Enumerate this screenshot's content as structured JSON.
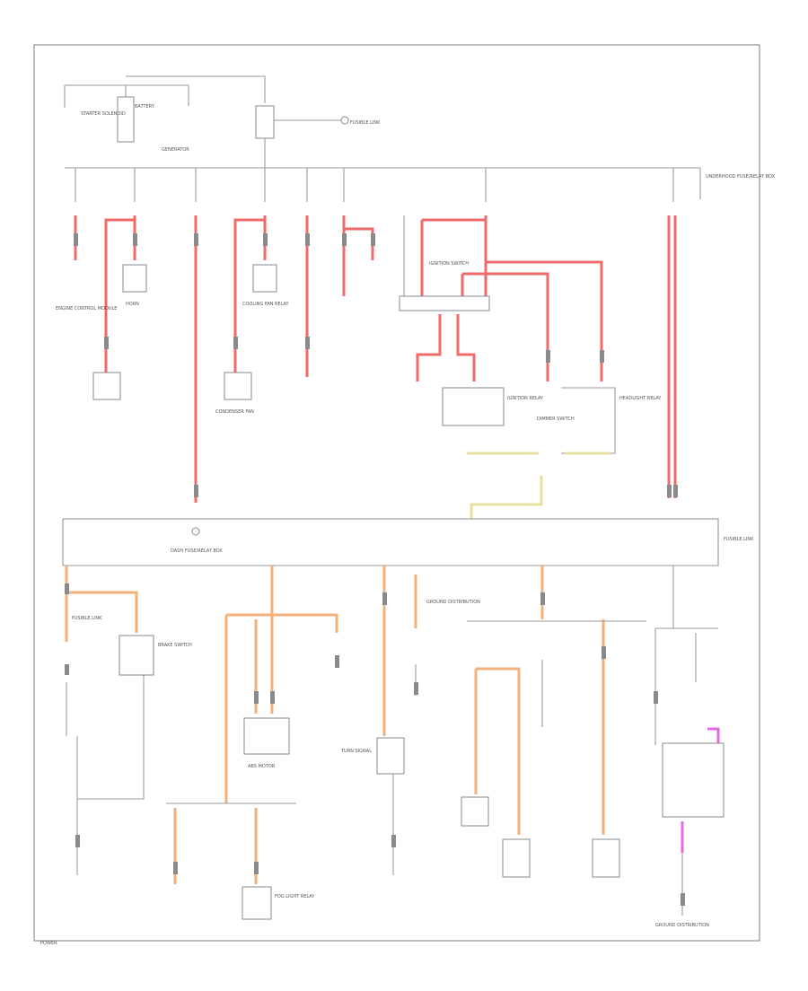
{
  "diagram": {
    "title": "",
    "labels": {
      "battery": "BATTERY",
      "starter_solenoid": "STARTER SOLENOID",
      "generator": "GENERATOR",
      "fusible_link": "FUSIBLE LINK",
      "underhood_fuse_box": "UNDERHOOD FUSE/RELAY BOX",
      "dash_fuse_box": "DASH FUSE/RELAY BOX",
      "ignition_switch": "IGNITION SWITCH",
      "ignition_relay": "IGNITION RELAY",
      "headlight_relay": "HEADLIGHT RELAY",
      "dimmer_switch": "DIMMER SWITCH",
      "cooling_fan": "COOLING FAN RELAY",
      "condenser_fan": "CONDENSER FAN",
      "abs": "ABS MOTOR",
      "engine_control": "ENGINE CONTROL MODULE",
      "horn": "HORN",
      "brake_switch": "BRAKE SWITCH",
      "fog_light": "FOG LIGHT RELAY",
      "turn_signal": "TURN SIGNAL",
      "ground_dist": "GROUND DISTRIBUTION",
      "page_number": "POWER"
    }
  }
}
